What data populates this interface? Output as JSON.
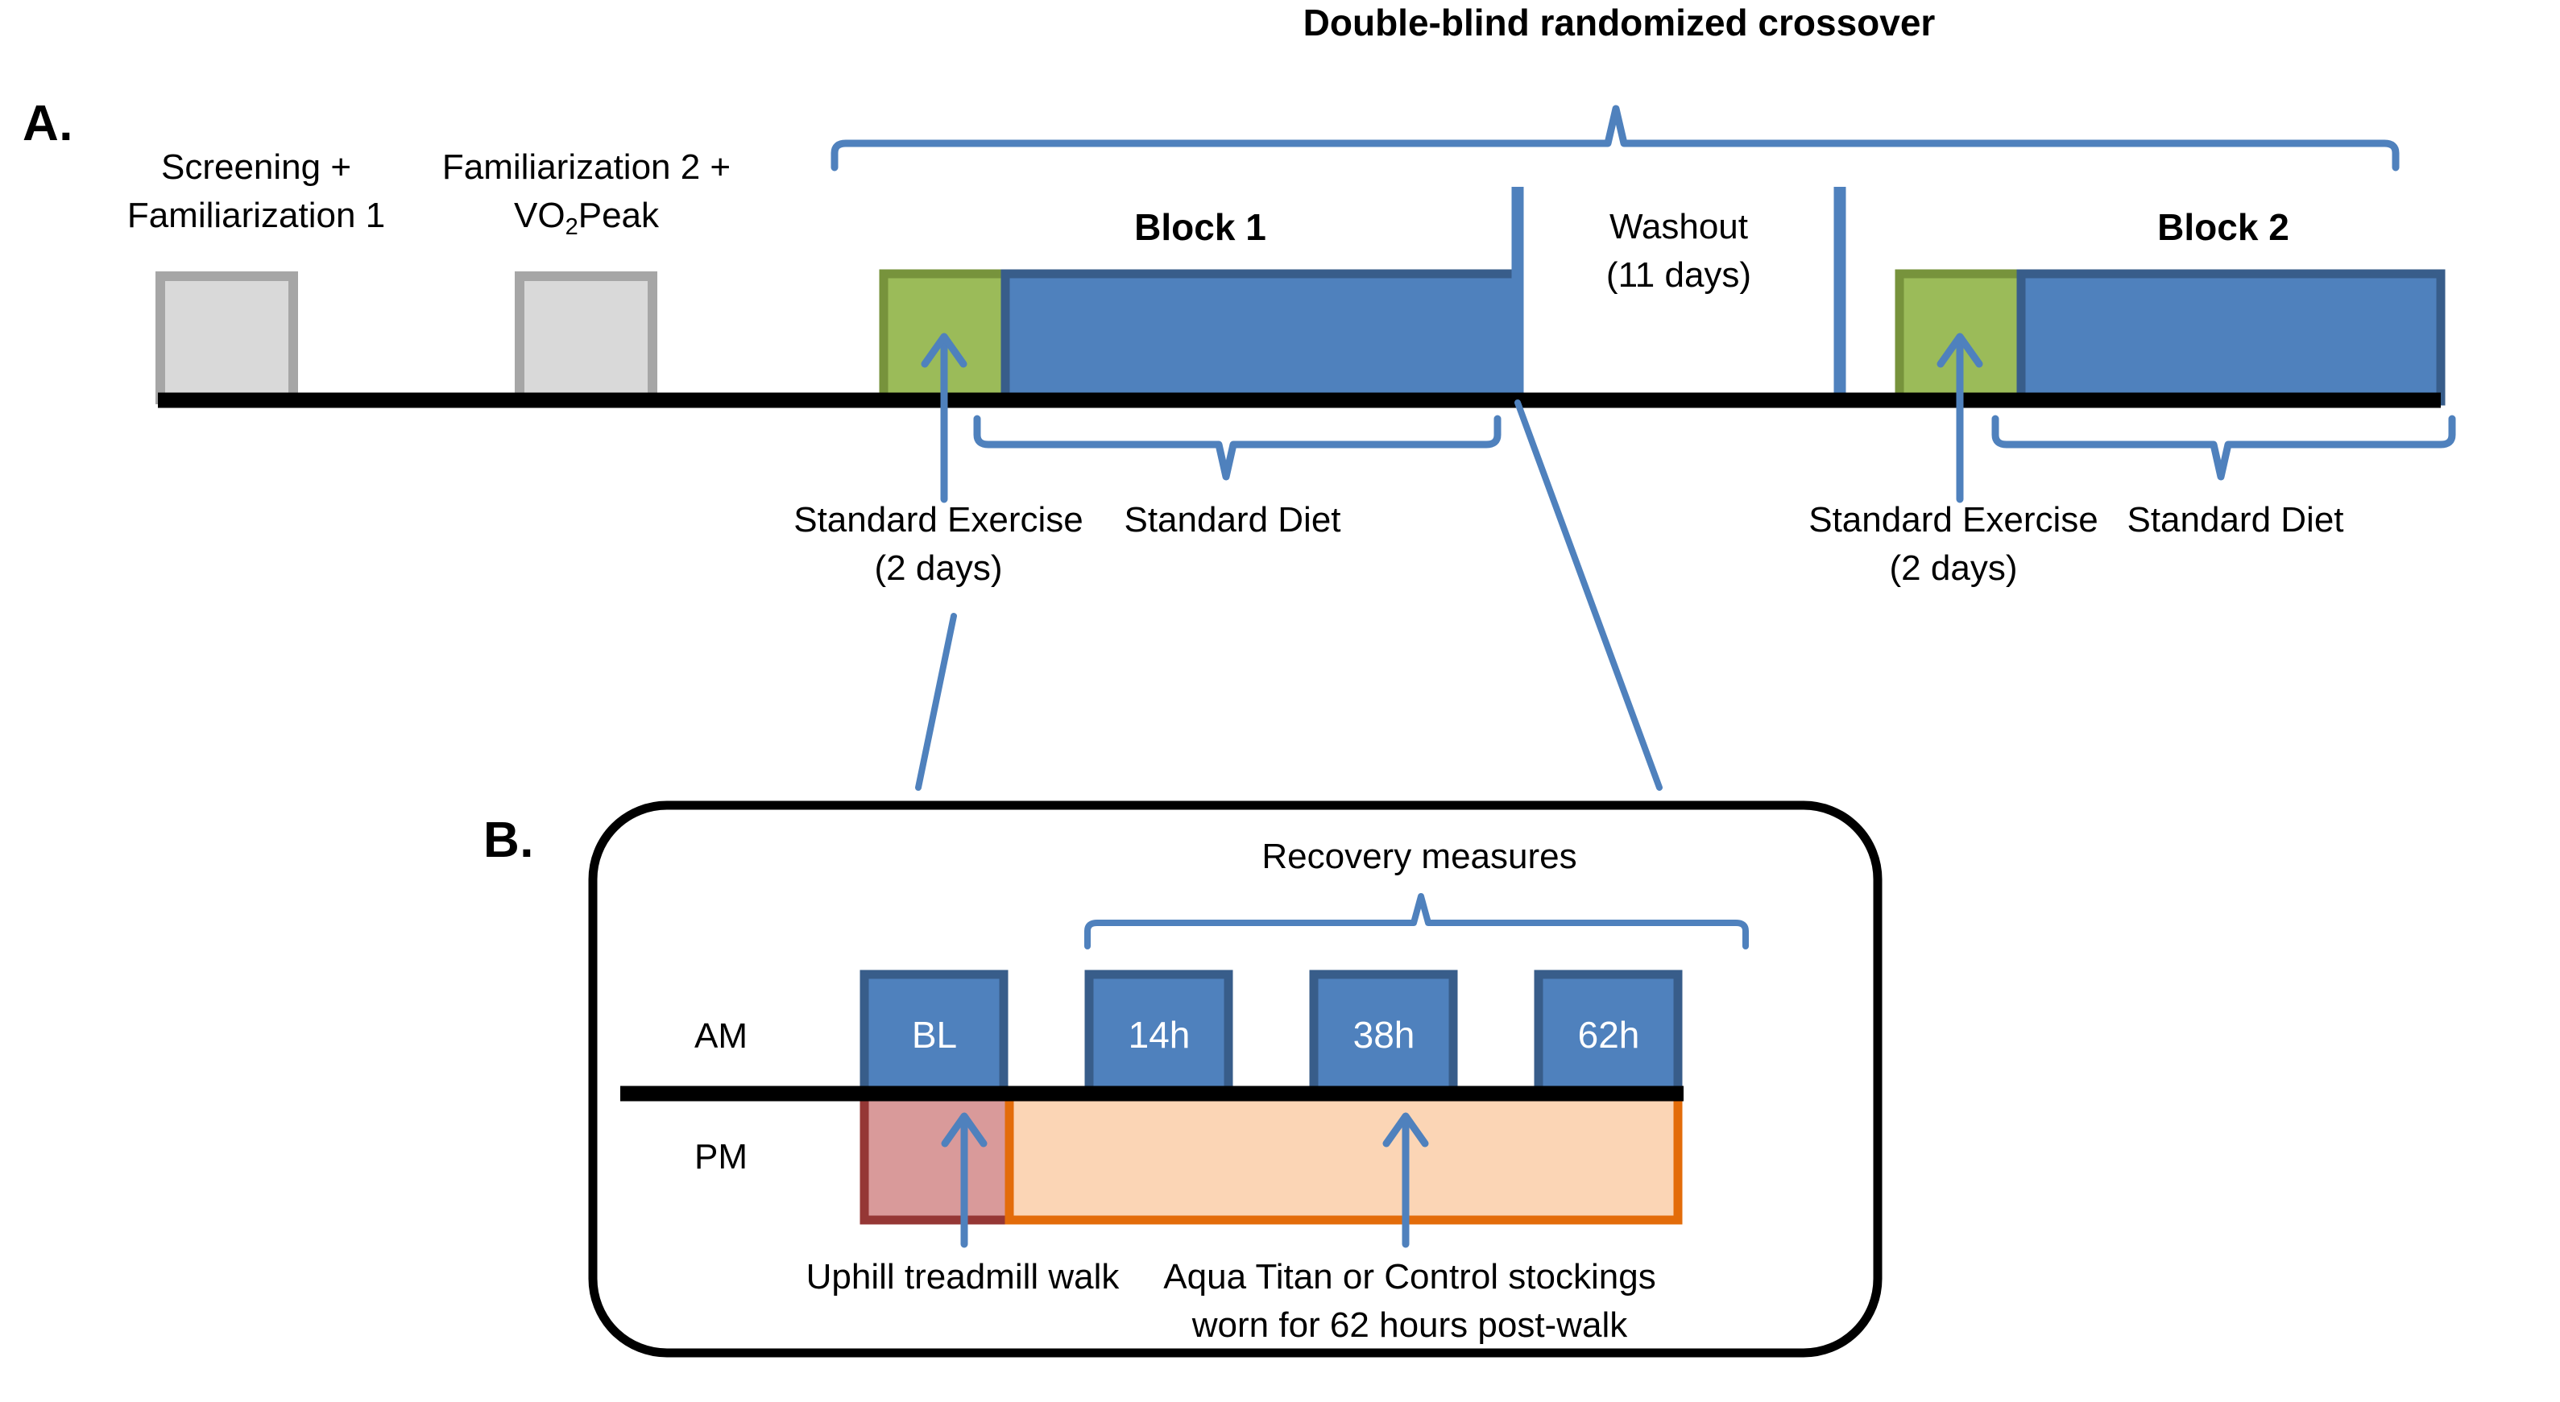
{
  "figure": {
    "type": "study-design-timeline",
    "panels": [
      "A",
      "B"
    ]
  },
  "panel_a": {
    "letter": "A.",
    "crossover_title": "Double-blind randomized crossover",
    "preliminary_visits": [
      {
        "line1": "Screening +",
        "line2": "Familiarization 1",
        "box_color": "#D9D9D9"
      },
      {
        "line1": "Familiarization 2 +",
        "line2_pre": "VO",
        "line2_sub": "2",
        "line2_post": "Peak",
        "box_color": "#D9D9D9"
      }
    ],
    "blocks": [
      {
        "label": "Block 1",
        "bold": true
      },
      {
        "label_line1": "Washout",
        "label_line2": "(11 days)",
        "bold": false
      },
      {
        "label": "Block 2",
        "bold": true
      }
    ],
    "annotations": [
      {
        "line1": "Standard Exercise",
        "line2": "(2 days)"
      },
      {
        "line1": "Standard Diet",
        "line2": ""
      },
      {
        "line1": "Standard Exercise",
        "line2": "(2 days)"
      },
      {
        "line1": "Standard Diet",
        "line2": ""
      }
    ],
    "colors": {
      "exercise_green": "#9BBB59",
      "exercise_green_border": "#77933C",
      "block_blue": "#4F81BD",
      "block_blue_border": "#385D8A",
      "grey_box": "#D9D9D9",
      "grey_box_border": "#A6A6A6",
      "timeline_black": "#000000",
      "connector_blue": "#4F81BD"
    }
  },
  "panel_b": {
    "letter": "B.",
    "recovery_title": "Recovery measures",
    "row_labels": {
      "am": "AM",
      "pm": "PM"
    },
    "am_boxes": [
      {
        "label": "BL"
      },
      {
        "label": "14h"
      },
      {
        "label": "38h"
      },
      {
        "label": "62h"
      }
    ],
    "pm_bands": [
      {
        "name": "uphill-walk",
        "fill": "#D99A9A",
        "border": "#953735"
      },
      {
        "name": "stockings",
        "fill": "#FBD5B5",
        "border": "#E36C0A"
      }
    ],
    "captions": [
      {
        "line1": "Uphill treadmill walk",
        "line2": ""
      },
      {
        "line1": "Aqua Titan or Control stockings",
        "line2": "worn for 62 hours post-walk"
      }
    ],
    "colors": {
      "am_box_blue": "#4F81BD",
      "am_box_border": "#385D8A",
      "walk_red": "#D99A9A",
      "walk_red_border": "#953735",
      "stocking_peach": "#FBD5B5",
      "stocking_orange_border": "#E36C0A",
      "outline_black": "#000000",
      "connector_blue": "#4F81BD"
    }
  }
}
